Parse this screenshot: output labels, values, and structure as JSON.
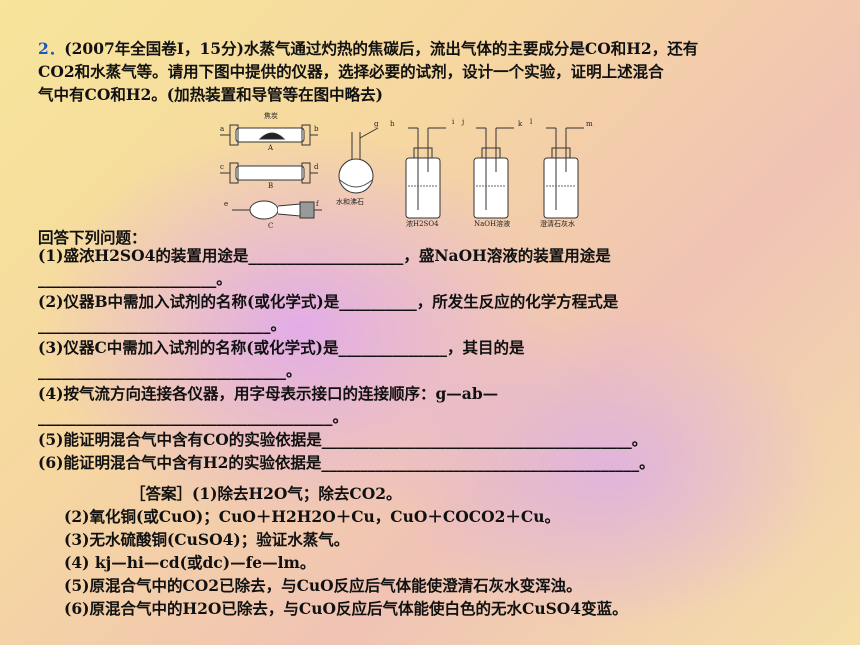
{
  "question": {
    "number": "2．",
    "intro_lines": [
      "(2007年全国卷I，15分)水蒸气通过灼热的焦碳后，流出气体的主要成分是CO和H2，还有",
      "CO2和水蒸气等。请用下图中提供的仪器，选择必要的试剂，设计一个实验，证明上述混合",
      "气中有CO和H2。(加热装置和导管等在图中略去)"
    ]
  },
  "figure": {
    "port_labels": [
      "a",
      "b",
      "c",
      "d",
      "e",
      "f",
      "g",
      "h",
      "i",
      "j",
      "k",
      "l",
      "m"
    ],
    "apparatus_labels": [
      "A",
      "B",
      "C"
    ],
    "reagent_labels": [
      "焦炭",
      "水和沸石",
      "浓H2SO4",
      "NaOH溶液",
      "澄清石灰水"
    ]
  },
  "prompt": "回答下列问题：",
  "sub_questions": [
    "(1)盛浓H2SO4的装置用途是____________________，盛NaOH溶液的装置用途是",
    "_______________________。",
    "(2)仪器B中需加入试剂的名称(或化学式)是__________，所发生反应的化学方程式是",
    "______________________________。",
    "(3)仪器C中需加入试剂的名称(或化学式)是______________，其目的是",
    "________________________________。",
    "(4)按气流方向连接各仪器，用字母表示接口的连接顺序：g—ab—",
    "______________________________________。",
    "(5)能证明混合气中含有CO的实验依据是________________________________________。",
    "(6)能证明混合气中含有H2的实验依据是_________________________________________。"
  ],
  "answer": {
    "heading": "［答案］(1)除去H2O气；除去CO2。",
    "lines": [
      "(2)氧化铜(或CuO)；CuO＋H2H2O＋Cu，CuO＋COCO2＋Cu。",
      "(3)无水硫酸铜(CuSO4)；验证水蒸气。",
      "(4) kj—hi—cd(或dc)—fe—lm。",
      "(5)原混合气中的CO2已除去，与CuO反应后气体能使澄清石灰水变浑浊。",
      "(6)原混合气中的H2O已除去，与CuO反应后气体能使白色的无水CuSO4变蓝。"
    ]
  }
}
